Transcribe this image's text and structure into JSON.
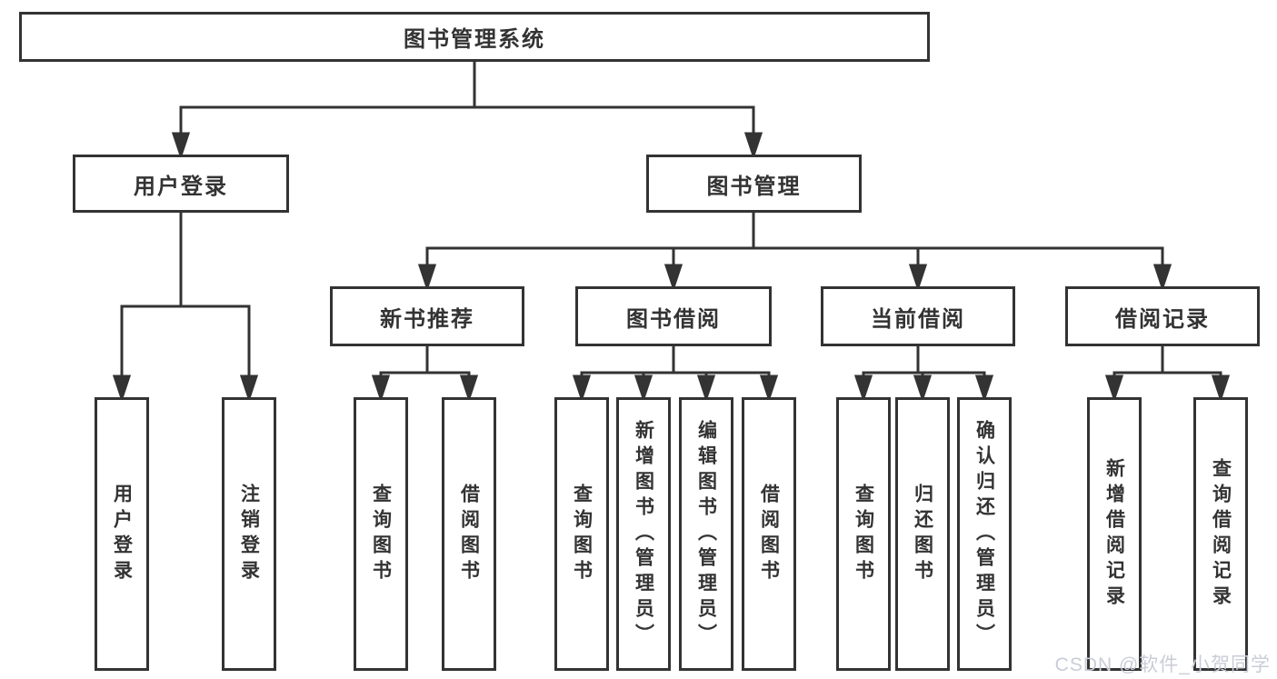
{
  "diagram": {
    "nodes": {
      "root": {
        "label": "图书管理系统"
      },
      "user_login": {
        "label": "用户登录"
      },
      "book_mgmt": {
        "label": "图书管理"
      },
      "new_book_rec": {
        "label": "新书推荐"
      },
      "book_borrow": {
        "label": "图书借阅"
      },
      "current_borrow": {
        "label": "当前借阅"
      },
      "borrow_record": {
        "label": "借阅记录"
      },
      "leaf_user_login": {
        "label": "用户登录"
      },
      "leaf_logout": {
        "label": "注销登录"
      },
      "leaf_query_book_rec": {
        "label": "查询图书"
      },
      "leaf_borrow_book_rec": {
        "label": "借阅图书"
      },
      "leaf_query_book_borrow": {
        "label": "查询图书"
      },
      "leaf_add_book": {
        "label": "新增图书（管理员）"
      },
      "leaf_edit_book": {
        "label": "编辑图书（管理员）"
      },
      "leaf_borrow_book": {
        "label": "借阅图书"
      },
      "leaf_query_book_current": {
        "label": "查询图书"
      },
      "leaf_return_book": {
        "label": "归还图书"
      },
      "leaf_confirm_return": {
        "label": "确认归还（管理员）"
      },
      "leaf_add_borrow_record": {
        "label": "新增借阅记录"
      },
      "leaf_query_borrow_record": {
        "label": "查询借阅记录"
      }
    },
    "colors": {
      "line": "#333333",
      "box_background": "#ffffff",
      "text": "#333333",
      "watermark": "#caccd8"
    }
  },
  "watermark": {
    "text": "CSDN @软件_小贺同学"
  }
}
